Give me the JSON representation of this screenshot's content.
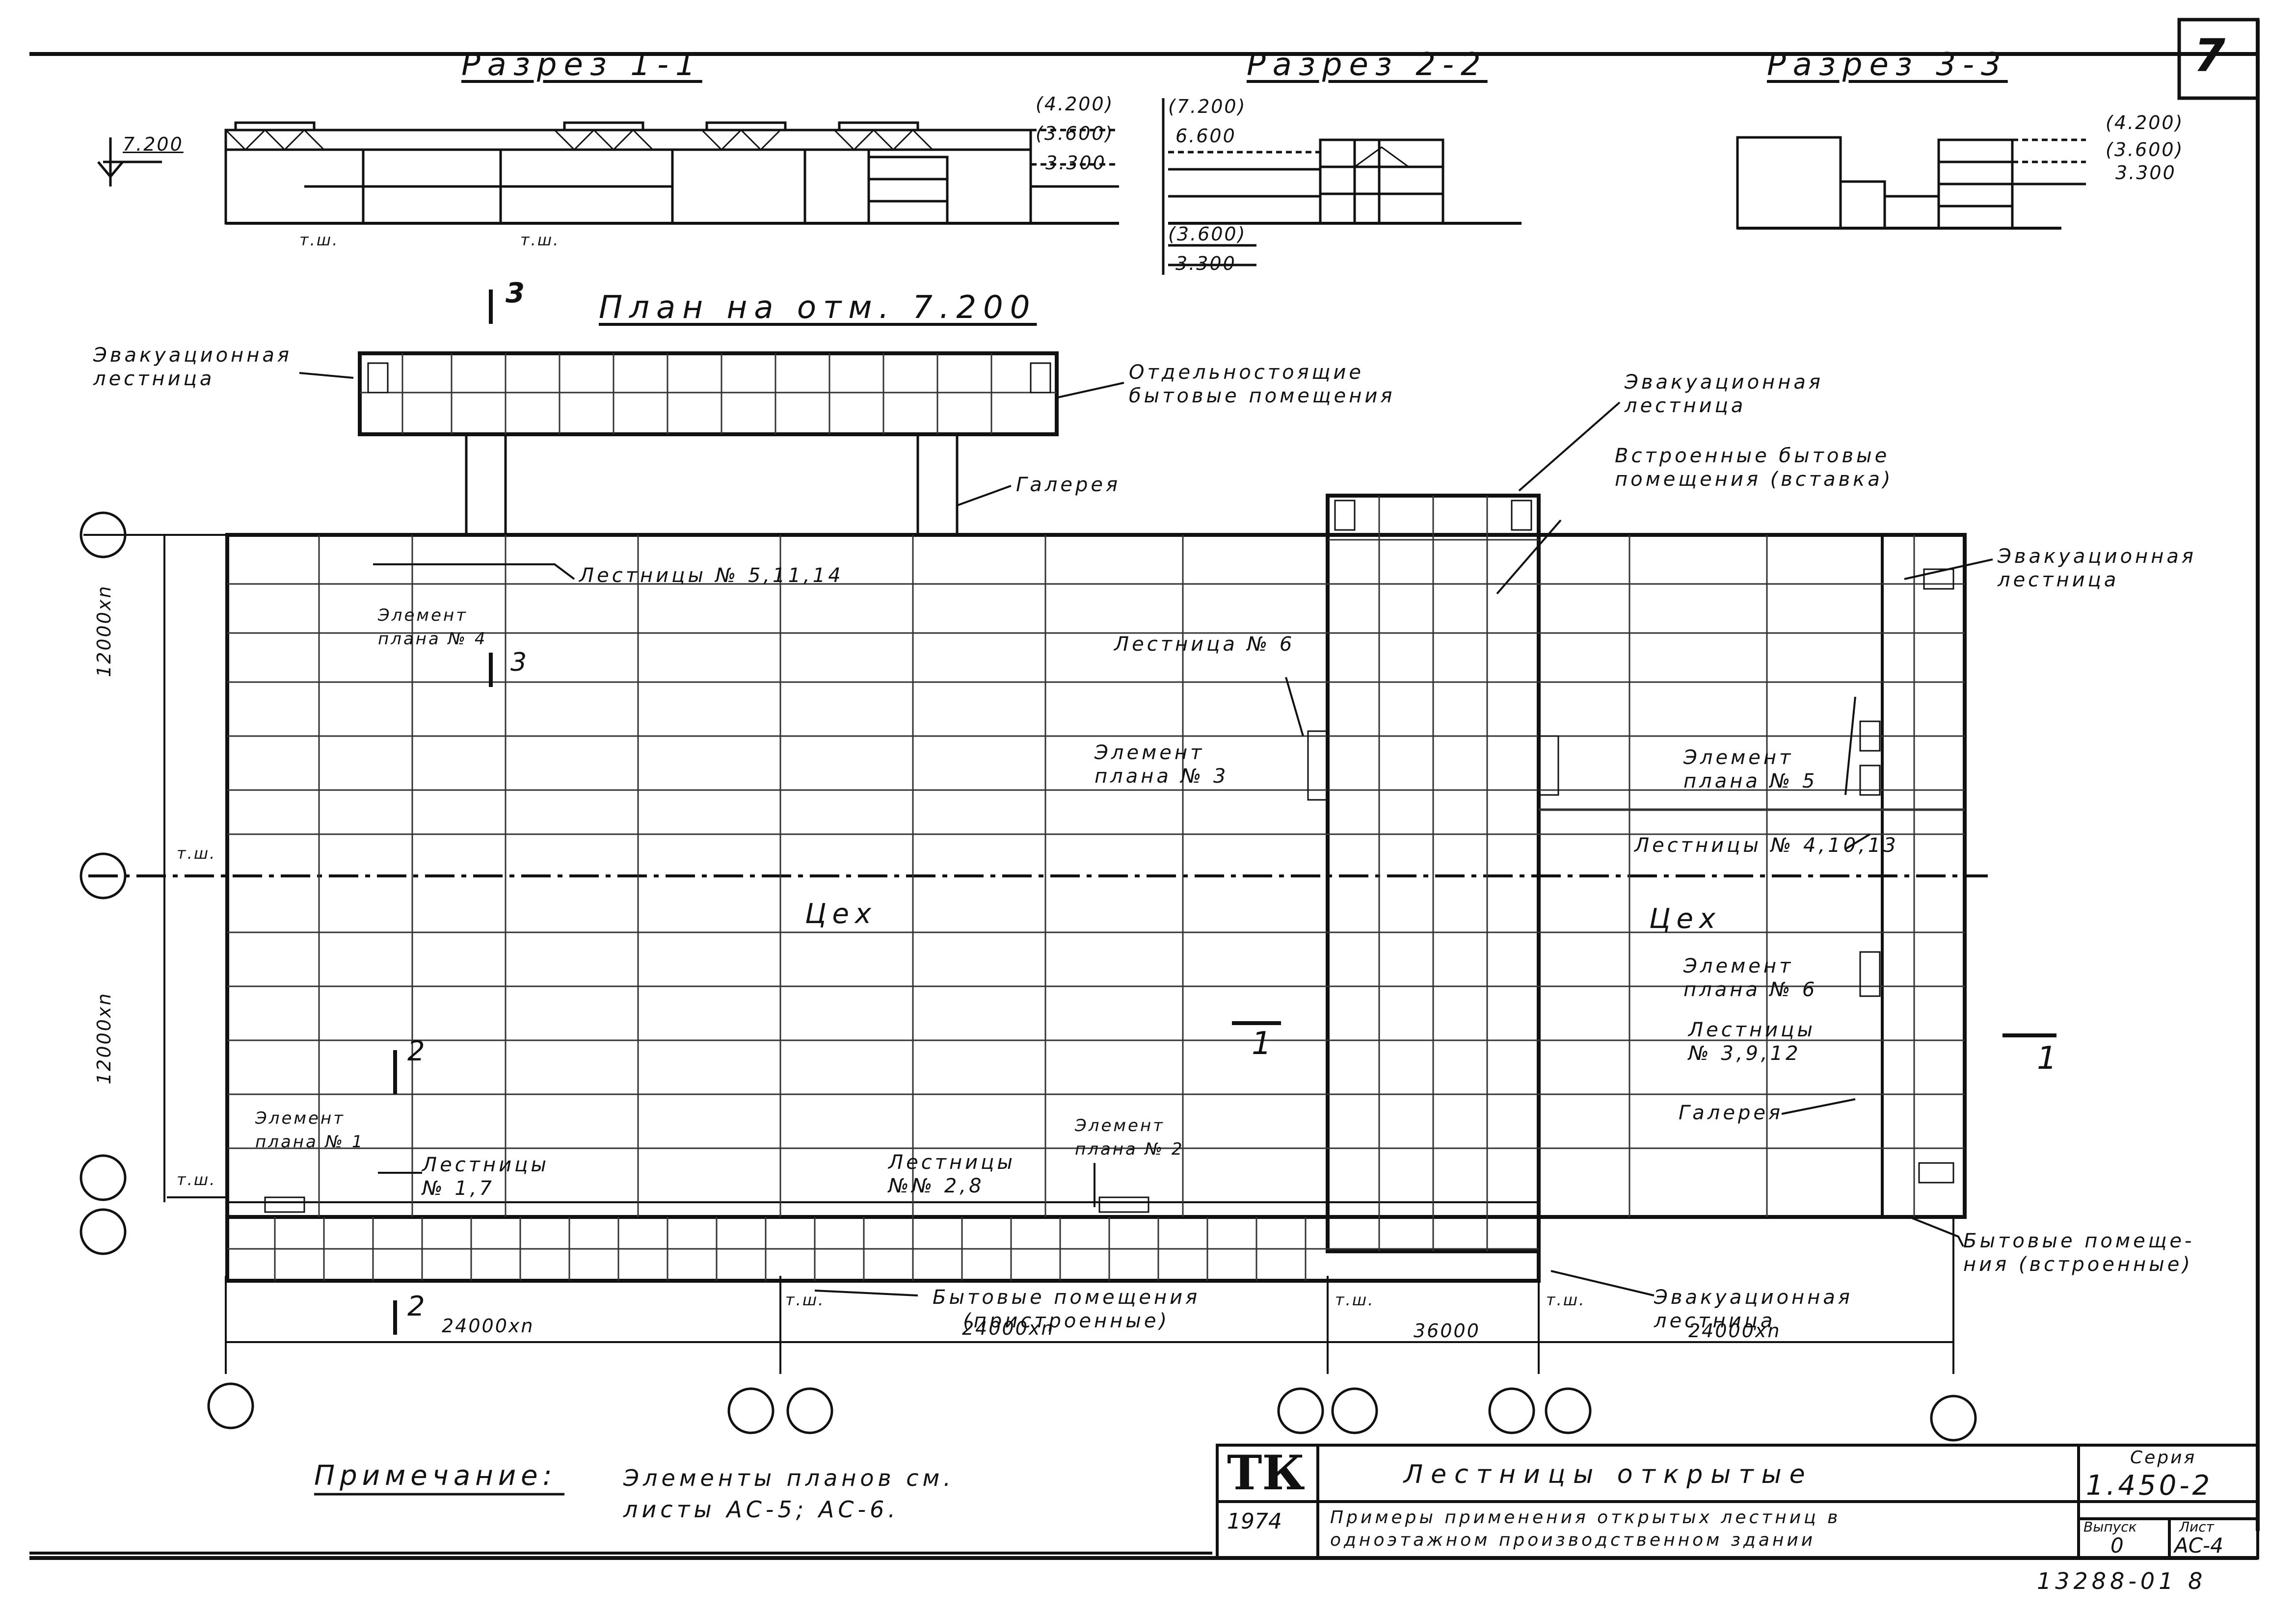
{
  "sheet_number": "7",
  "sections": {
    "s11": {
      "title": "Разрез 1-1",
      "level_left": "7.200",
      "levels_right": [
        "(4.200)",
        "(3.600)",
        "3.300"
      ],
      "axis_marks": [
        "т.ш.",
        "т.ш."
      ]
    },
    "s22": {
      "title": "Разрез 2-2",
      "levels_top": [
        "(7.200)",
        "6.600"
      ],
      "levels_bottom": [
        "(3.600)",
        "3.300"
      ]
    },
    "s33": {
      "title": "Разрез 3-3",
      "levels_right": [
        "(4.200)",
        "(3.600)",
        "3.300"
      ]
    }
  },
  "plan": {
    "title": "План на отм. 7.200",
    "cut_marks": {
      "c3": "3",
      "c2": "2",
      "c1": "1"
    },
    "dims": {
      "v_top": "12000хn",
      "v_bottom": "12000хn",
      "h1": "24000хn",
      "h2": "24000хn",
      "h3": "36000",
      "h4": "24000хn"
    },
    "axis_mark": "т.ш.",
    "labels": {
      "evac_tl": "Эвакуационная\nлестница",
      "detached": "Отдельностоящие\nбытовые помещения",
      "gallery_top": "Галерея",
      "stairs_5": "Лестницы № 5,11,14",
      "element_4": "Элемент\nплана № 4",
      "evac_top": "Эвакуационная\nлестница",
      "built_in_insert": "Встроенные бытовые\nпомещения (вставка)",
      "evac_right": "Эвакуационная\nлестница",
      "stair_6": "Лестница № 6",
      "element_3": "Элемент\nплана № 3",
      "element_5": "Элемент\nплана № 5",
      "stairs_4": "Лестницы № 4,10,13",
      "shop_left": "Цех",
      "shop_right": "Цех",
      "element_6": "Элемент\nплана № 6",
      "stairs_3": "Лестницы\n№ 3,9,12",
      "gallery_right": "Галерея",
      "element_1": "Элемент\nплана № 1",
      "stairs_1": "Лестницы\n№ 1,7",
      "stairs_2": "Лестницы\n№№ 2,8",
      "element_2": "Элемент\nплана № 2",
      "attached": "Бытовые помещения\n(пристроенные)",
      "evac_bottom": "Эвакуационная\nлестница",
      "built_in_right": "Бытовые помеще-\nния (встроенные)"
    }
  },
  "note": {
    "title": "Примечание:",
    "text": "Элементы планов см.\nлисты АС-5; АС-6."
  },
  "title_block": {
    "logo": "ТК",
    "year": "1974",
    "name": "Лестницы открытые",
    "description": "Примеры применения открытых лестниц в\nодноэтажном производственном здании",
    "series_label": "Серия",
    "series_value": "1.450-2",
    "issue_label": "Выпуск",
    "issue_value": "0",
    "sheet_label": "Лист",
    "sheet_value": "АС-4"
  },
  "archive_number": "13288-01 8"
}
